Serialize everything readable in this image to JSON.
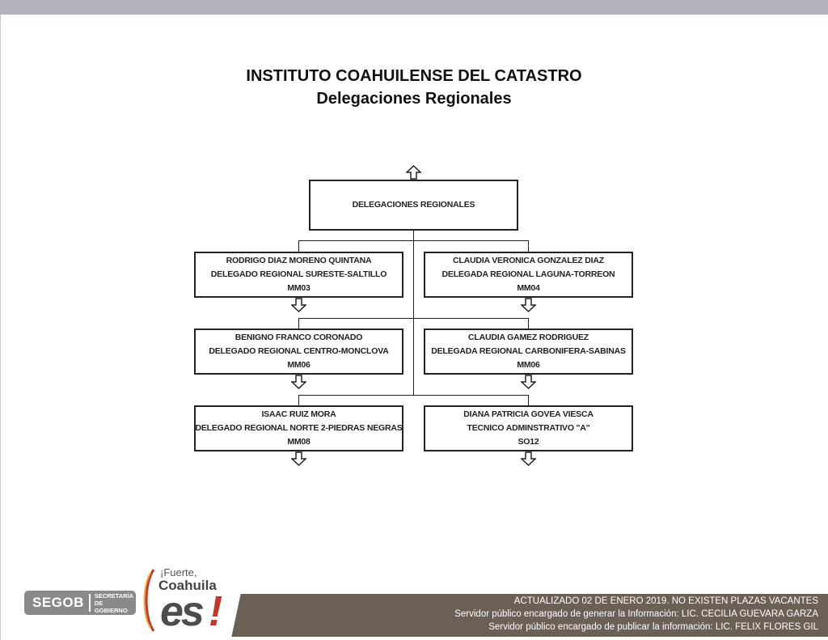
{
  "header": {
    "title": "INSTITUTO COAHUILENSE DEL CATASTRO",
    "subtitle": "Delegaciones Regionales"
  },
  "org_chart": {
    "root": {
      "label": "DELEGACIONES REGIONALES"
    },
    "positions": [
      {
        "name": "RODRIGO DIAZ MORENO QUINTANA",
        "role": "DELEGADO REGIONAL SURESTE-SALTILLO",
        "code": "MM03"
      },
      {
        "name": "CLAUDIA VERONICA GONZALEZ DIAZ",
        "role": "DELEGADA REGIONAL LAGUNA-TORREON",
        "code": "MM04"
      },
      {
        "name": "BENIGNO FRANCO CORONADO",
        "role": "DELEGADO REGIONAL CENTRO-MONCLOVA",
        "code": "MM06"
      },
      {
        "name": "CLAUDIA GAMEZ RODRIGUEZ",
        "role": "DELEGADA REGIONAL CARBONIFERA-SABINAS",
        "code": "MM06"
      },
      {
        "name": "ISAAC RUIZ MORA",
        "role": "DELEGADO REGIONAL NORTE 2-PIEDRAS NEGRAS",
        "code": "MM08"
      },
      {
        "name": "DIANA PATRICIA GOVEA VIESCA",
        "role": "TECNICO ADMINSTRATIVO \"A\"",
        "code": "SO12"
      }
    ]
  },
  "footer": {
    "line1": "ACTUALIZADO  02 DE ENERO 2019.  NO EXISTEN PLAZAS VACANTES",
    "line2": "Servidor público encargado de generar la Información: LIC. CECILIA GUEVARA GARZA",
    "line3": "Servidor público encargado de publicar la información: LIC. FELIX FLORES GIL",
    "band_color": "#6b6056"
  },
  "logos": {
    "segob": {
      "name": "SEGOB",
      "sub_line1": "SECRETARÍA",
      "sub_line2": "DE GOBIERNO"
    },
    "coahuila": {
      "tag": "¡Fuerte,",
      "name": "Coahuila",
      "es": "es",
      "bang": "!"
    }
  },
  "icons": {
    "up_arrow": "up-arrow-icon",
    "down_arrow": "down-arrow-icon"
  }
}
